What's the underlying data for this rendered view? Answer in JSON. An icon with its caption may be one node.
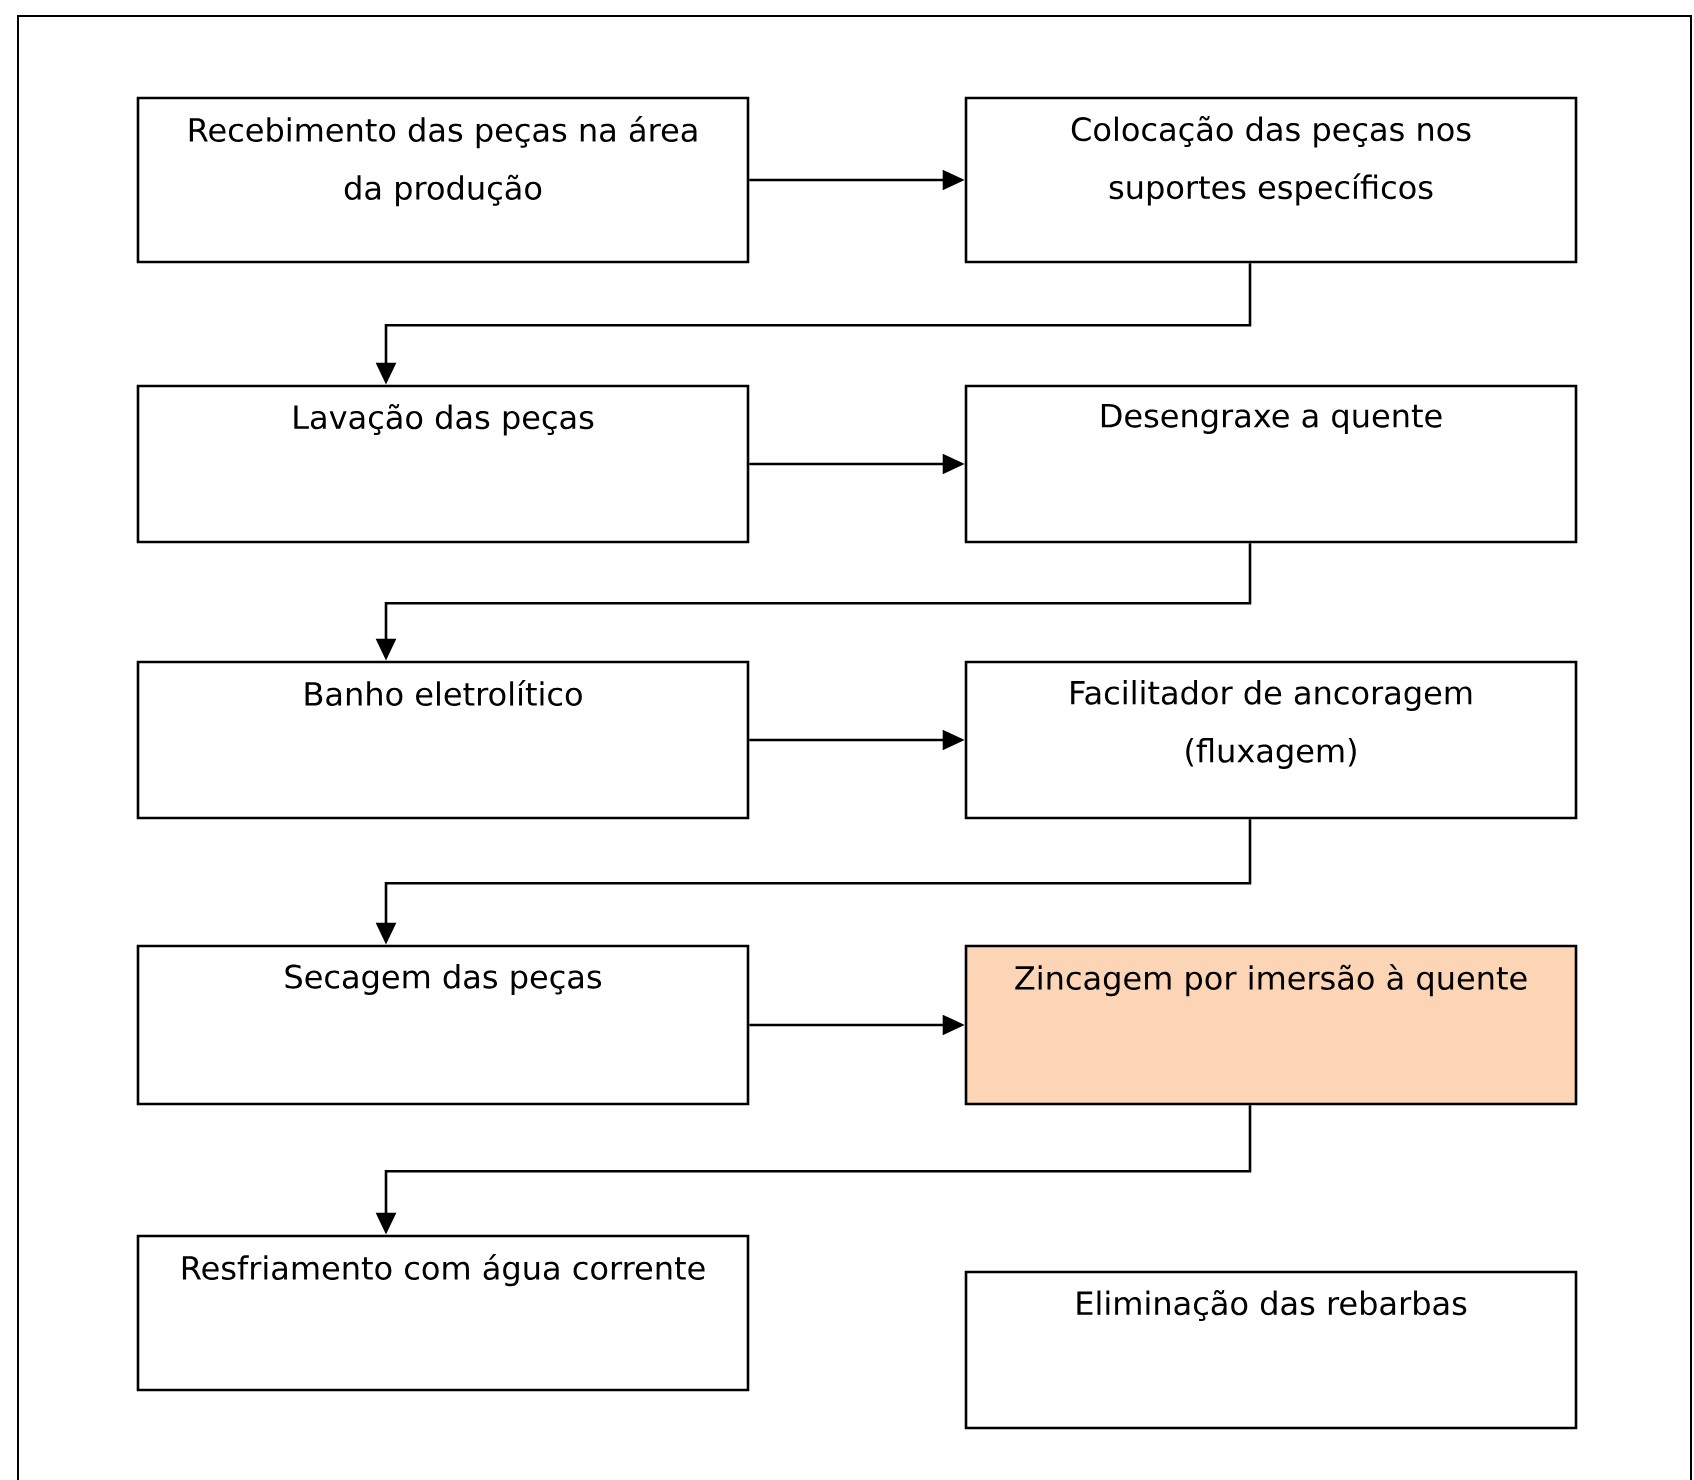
{
  "diagram": {
    "nodes": [
      {
        "text": [
          "Recebimento das peças na área da produção"
        ]
      },
      {
        "text": [
          "Colocação das peças nos suportes específicos"
        ]
      },
      {
        "text": [
          "Lavação das peças"
        ]
      },
      {
        "text": [
          "Desengraxe a quente"
        ]
      },
      {
        "text": [
          "Banho eletrolítico"
        ]
      },
      {
        "text": [
          "Facilitador de ancoragem (fluxagem)"
        ]
      },
      {
        "text": [
          "Secagem das peças"
        ]
      },
      {
        "text": [
          "Zincagem por imersão à quente"
        ]
      },
      {
        "text": [
          "Resfriamento com água corrente"
        ]
      },
      {
        "text": [
          "Eliminação das rebarbas"
        ]
      }
    ],
    "edges": [
      {
        "from": 0,
        "to": 1,
        "arrow": "to"
      },
      {
        "from": 1,
        "to": 2,
        "arrow": "to"
      },
      {
        "from": 2,
        "to": 3,
        "arrow": "to"
      },
      {
        "from": 3,
        "to": 4,
        "arrow": "to"
      },
      {
        "from": 4,
        "to": 5,
        "arrow": "to"
      },
      {
        "from": 5,
        "to": 6,
        "arrow": "to"
      },
      {
        "from": 6,
        "to": 7,
        "arrow": "to"
      },
      {
        "from": 7,
        "to": 8,
        "arrow": "to"
      }
    ]
  }
}
